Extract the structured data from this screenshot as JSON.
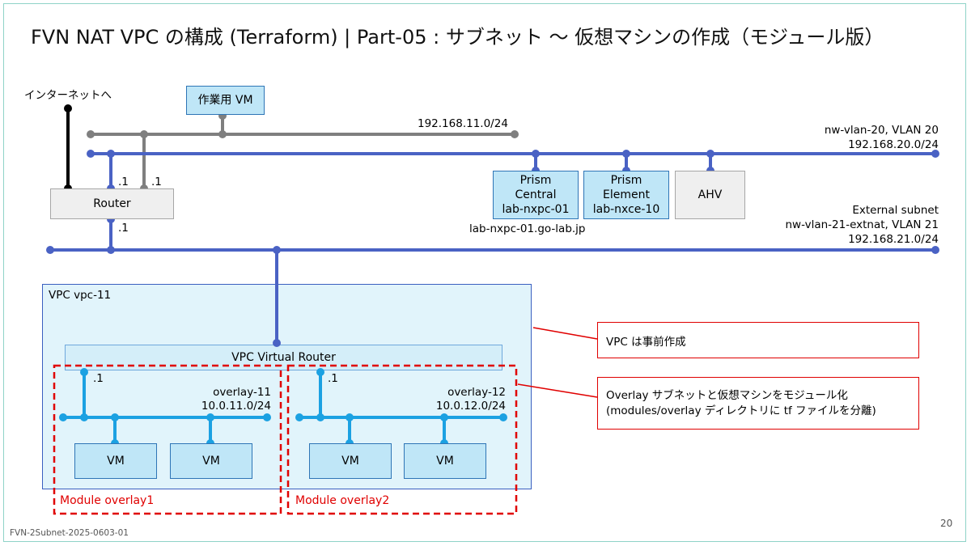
{
  "title": "FVN NAT VPC の構成 (Terraform) | Part-05 : サブネット ～ 仮想マシンの作成（モジュール版）",
  "internet_label": "インターネットへ",
  "work_vm_label": "作業用 VM",
  "net_11_label": "192.168.11.0/24",
  "vlan20": {
    "name": "nw-vlan-20, VLAN 20",
    "cidr": "192.168.20.0/24"
  },
  "router_label": "Router",
  "router_ip_a": ".1",
  "router_ip_b": ".1",
  "router_ip_c": ".1",
  "prism_central": {
    "line1": "Prism",
    "line2": "Central",
    "line3": "lab-nxpc-01"
  },
  "prism_element": {
    "line1": "Prism",
    "line2": "Element",
    "line3": "lab-nxce-10"
  },
  "ahv_label": "AHV",
  "pc_fqdn": "lab-nxpc-01.go-lab.jp",
  "external": {
    "line1": "External subnet",
    "line2": "nw-vlan-21-extnat, VLAN 21",
    "line3": "192.168.21.0/24"
  },
  "vpc_label": "VPC vpc-11",
  "vpc_router_label": "VPC Virtual Router",
  "overlay11": {
    "ip": ".1",
    "name": "overlay-11",
    "cidr": "10.0.11.0/24"
  },
  "overlay12": {
    "ip": ".1",
    "name": "overlay-12",
    "cidr": "10.0.12.0/24"
  },
  "vm_label": "VM",
  "module1_label": "Module overlay1",
  "module2_label": "Module overlay2",
  "callout_vpc": "VPC は事前作成",
  "callout_overlay_line1": "Overlay サブネットと仮想マシンをモジュール化",
  "callout_overlay_line2": "(modules/overlay ディレクトリに tf ファイルを分離)",
  "footer_id": "FVN-2Subnet-2025-0603-01",
  "page_number": "20",
  "colors": {
    "vlan_blue": "#4a62c4",
    "overlay_cyan": "#1ba1e2",
    "gray_net": "#7f7f7f",
    "red": "#e00000",
    "vpc_fill": "#e1f4fb"
  }
}
